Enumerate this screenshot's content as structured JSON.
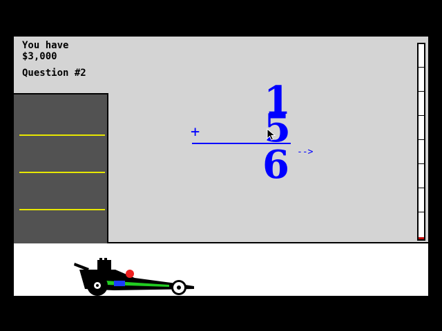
{
  "status": {
    "have_label": "You have",
    "money": "$3,000",
    "question": "Question #2"
  },
  "problem": {
    "addend1": "1",
    "addend2": "5",
    "operator": "+",
    "answer": "6",
    "arrow": "-->"
  },
  "gauge": {
    "fill_fraction": 0.01,
    "fill_color": "#c00000"
  },
  "colors": {
    "problem_text": "#0000ff",
    "floor_lines": "#e8e800",
    "play_background": "#d4d4d4"
  },
  "icons": {
    "cursor": "arrow-cursor-icon",
    "car": "dragster-car-icon"
  }
}
